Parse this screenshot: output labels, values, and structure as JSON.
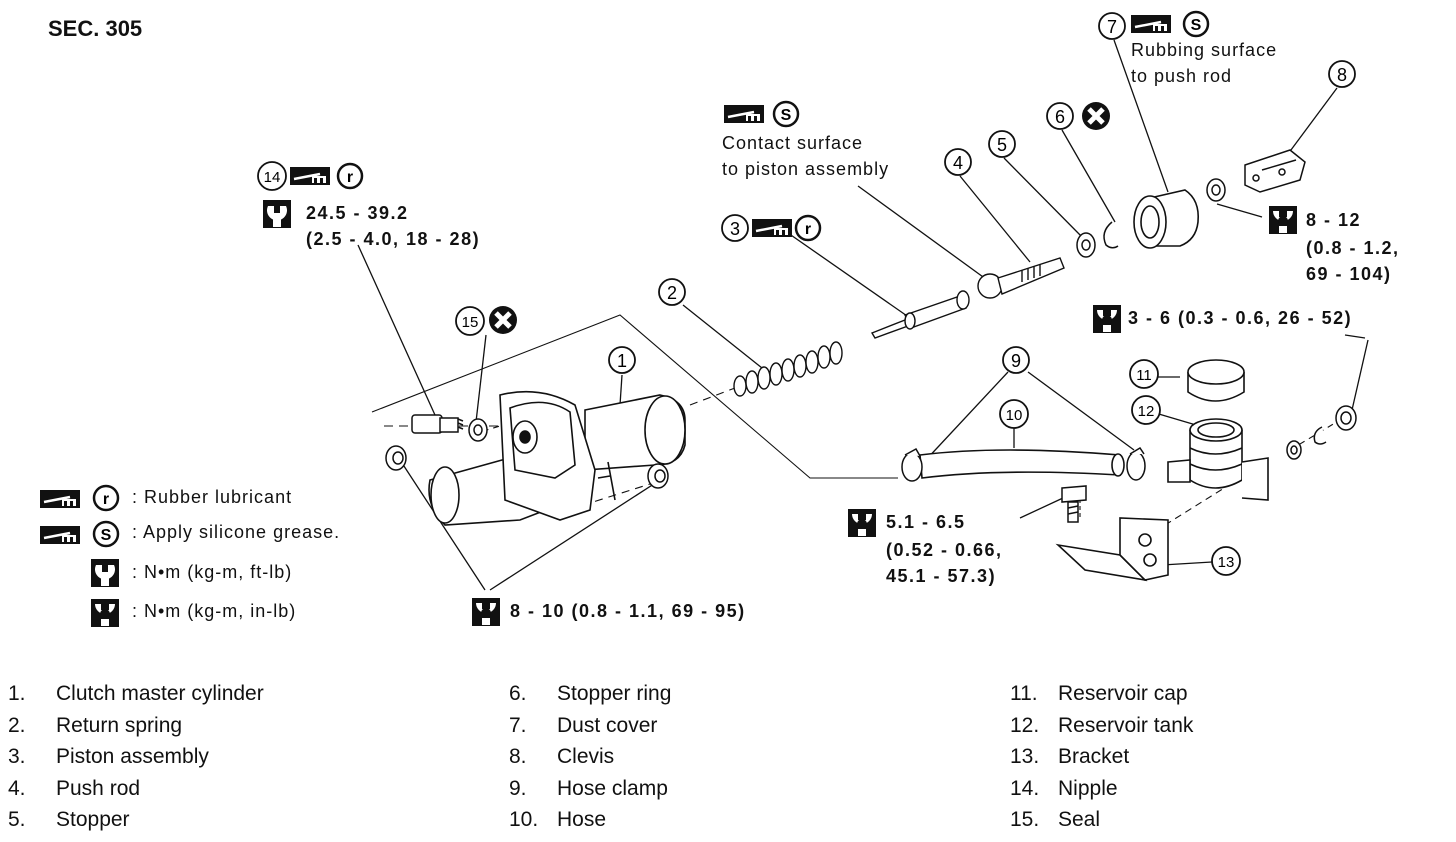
{
  "section": "SEC. 305",
  "callouts": [
    {
      "num": "1"
    },
    {
      "num": "2"
    },
    {
      "num": "3"
    },
    {
      "num": "4"
    },
    {
      "num": "5"
    },
    {
      "num": "6"
    },
    {
      "num": "7"
    },
    {
      "num": "8"
    },
    {
      "num": "9"
    },
    {
      "num": "10"
    },
    {
      "num": "11"
    },
    {
      "num": "12"
    },
    {
      "num": "13"
    },
    {
      "num": "14"
    },
    {
      "num": "15"
    }
  ],
  "symbols": {
    "r": "r",
    "s": "S"
  },
  "notes": {
    "rubbing_l1": "Rubbing surface",
    "rubbing_l2": "to push rod",
    "contact_l1": "Contact surface",
    "contact_l2": "to piston assembly"
  },
  "torques": {
    "nipple_l1": "24.5 - 39.2",
    "nipple_l2": "(2.5 - 4.0, 18 - 28)",
    "clevis_l1": "8 - 12",
    "clevis_l2": "(0.8 - 1.2,",
    "clevis_l3": "69 - 104)",
    "tank": "3 - 6 (0.3 - 0.6, 26 - 52)",
    "bracket_l1": "5.1 - 6.5",
    "bracket_l2": "(0.52 - 0.66,",
    "bracket_l3": "45.1 - 57.3)",
    "cylinder": "8 - 10 (0.8 - 1.1, 69 - 95)"
  },
  "legend": [
    {
      "text": ": Rubber lubricant"
    },
    {
      "text": ": Apply silicone grease."
    },
    {
      "text": ": N•m (kg-m, ft-lb)"
    },
    {
      "text": ": N•m (kg-m, in-lb)"
    }
  ],
  "parts": [
    {
      "num": "1.",
      "name": "Clutch master cylinder"
    },
    {
      "num": "2.",
      "name": "Return spring"
    },
    {
      "num": "3.",
      "name": "Piston assembly"
    },
    {
      "num": "4.",
      "name": "Push rod"
    },
    {
      "num": "5.",
      "name": "Stopper"
    },
    {
      "num": "6.",
      "name": "Stopper ring"
    },
    {
      "num": "7.",
      "name": "Dust cover"
    },
    {
      "num": "8.",
      "name": "Clevis"
    },
    {
      "num": "9.",
      "name": "Hose clamp"
    },
    {
      "num": "10.",
      "name": "Hose"
    },
    {
      "num": "11.",
      "name": "Reservoir cap"
    },
    {
      "num": "12.",
      "name": "Reservoir tank"
    },
    {
      "num": "13.",
      "name": "Bracket"
    },
    {
      "num": "14.",
      "name": "Nipple"
    },
    {
      "num": "15.",
      "name": "Seal"
    }
  ]
}
